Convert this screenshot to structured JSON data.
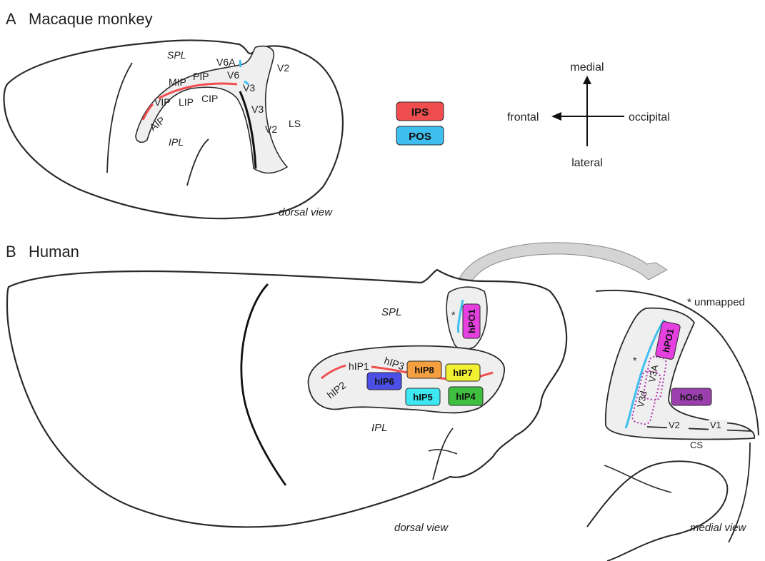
{
  "panels": {
    "a": {
      "letter": "A",
      "title": "Macaque monkey",
      "view": "dorsal view"
    },
    "b": {
      "letter": "B",
      "title": "Human",
      "view_dorsal": "dorsal view",
      "view_medial": "medial view",
      "unmapped_note": "* unmapped"
    }
  },
  "macaque_labels": {
    "spl": "SPL",
    "ipl": "IPL",
    "v6a": "V6A",
    "v6": "V6",
    "v2_top": "V2",
    "mip": "MIP",
    "pip": "PIP",
    "v3_top": "V3",
    "vip": "VIP",
    "lip": "LIP",
    "cip": "CIP",
    "aip": "AIP",
    "v3_mid": "V3",
    "v2_mid": "V2",
    "ls": "LS"
  },
  "legend": {
    "ips": {
      "label": "IPS",
      "color": "#f04e4e"
    },
    "pos": {
      "label": "POS",
      "color": "#3fbfef"
    }
  },
  "compass": {
    "medial": "medial",
    "lateral": "lateral",
    "frontal": "frontal",
    "occipital": "occipital"
  },
  "human_dorsal": {
    "spl": "SPL",
    "ipl": "IPL",
    "star": "*",
    "hip1": "hIP1",
    "hip2": "hIP2",
    "hip3": "hIP3",
    "areas": {
      "hpo1": {
        "label": "hPO1",
        "color": "#e63fe0"
      },
      "hip8": {
        "label": "hIP8",
        "color": "#f4a040"
      },
      "hip7": {
        "label": "hIP7",
        "color": "#f2f032"
      },
      "hip6": {
        "label": "hIP6",
        "color": "#4b4fe6"
      },
      "hip5": {
        "label": "hIP5",
        "color": "#3ee8f2"
      },
      "hip4": {
        "label": "hIP4",
        "color": "#3fbf3f"
      }
    }
  },
  "human_medial": {
    "star": "*",
    "v3a": "V3A",
    "v3d": "V3d",
    "v2": "V2",
    "v1": "V1",
    "cs": "CS",
    "hpo1": {
      "label": "hPO1",
      "color": "#e63fe0"
    },
    "hoc6": {
      "label": "hOc6",
      "color": "#9b3fae"
    }
  },
  "colors": {
    "outline": "#2a2a2a",
    "sulcus_fill": "#efefef",
    "ips_line": "#f04e4e",
    "pos_line": "#3fbfef",
    "arrow_fill": "#cfcfcf"
  }
}
